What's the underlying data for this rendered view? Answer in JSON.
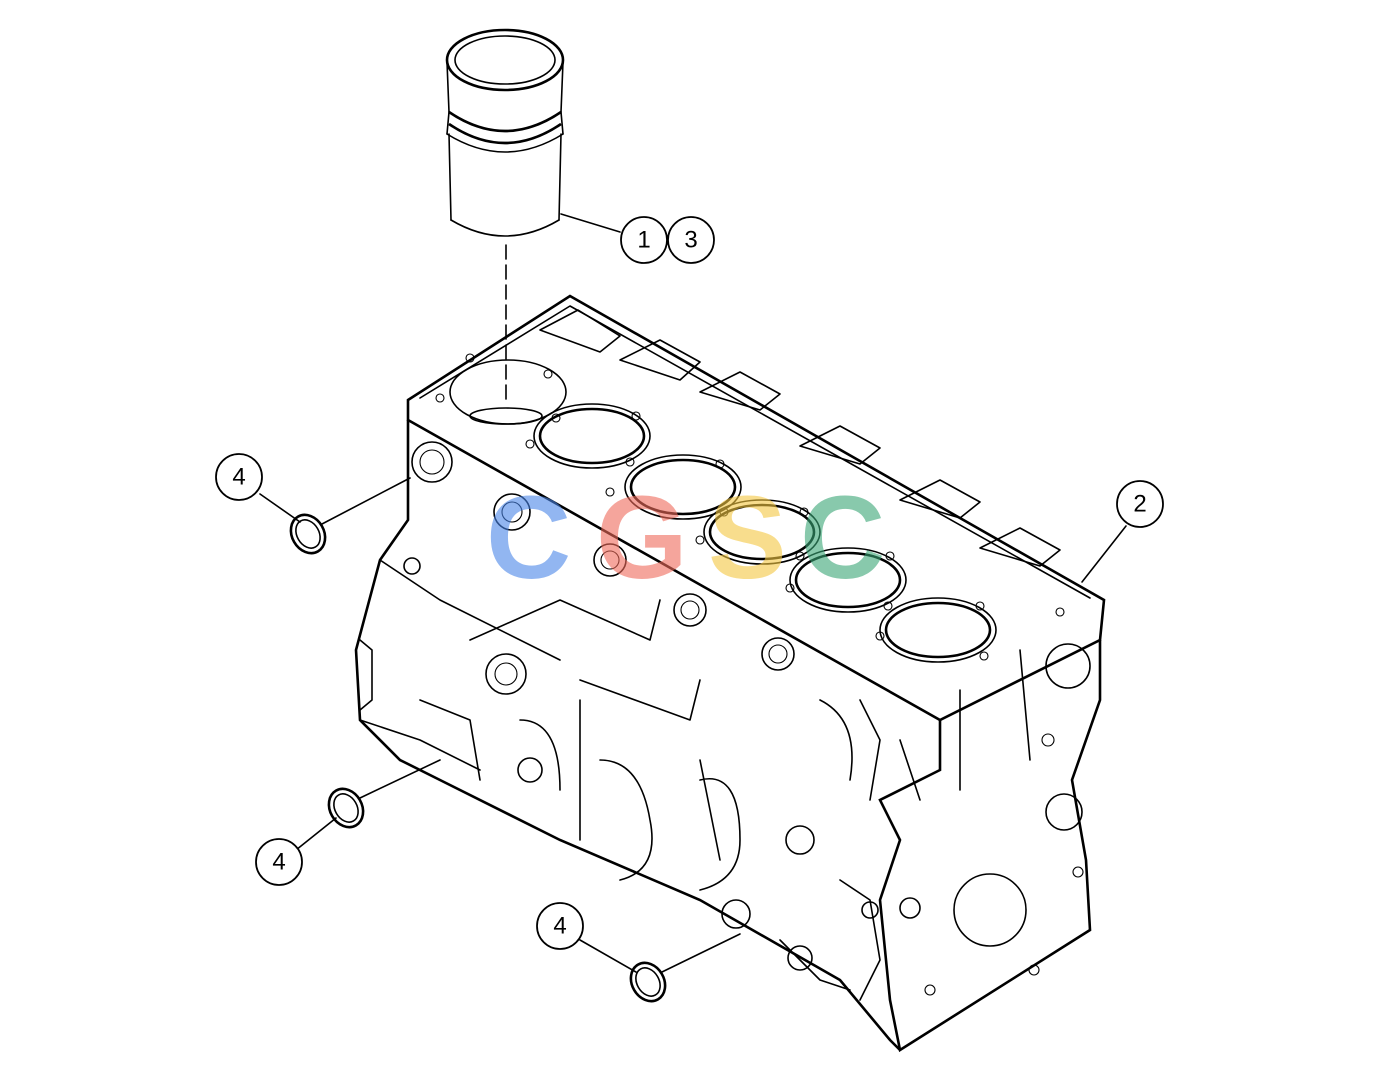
{
  "callouts": [
    {
      "id": "cyl-liner",
      "label": "1"
    },
    {
      "id": "cyl-liner-kit",
      "label": "3"
    },
    {
      "id": "block",
      "label": "2"
    },
    {
      "id": "plug-left-top",
      "label": "4"
    },
    {
      "id": "plug-left-bottom",
      "label": "4"
    },
    {
      "id": "plug-bottom",
      "label": "4"
    }
  ],
  "watermark": {
    "letters": [
      "C",
      "G",
      "S",
      "C"
    ],
    "colors": [
      "#4a86e8",
      "#f06b5b",
      "#f5c842",
      "#3aa676"
    ]
  }
}
